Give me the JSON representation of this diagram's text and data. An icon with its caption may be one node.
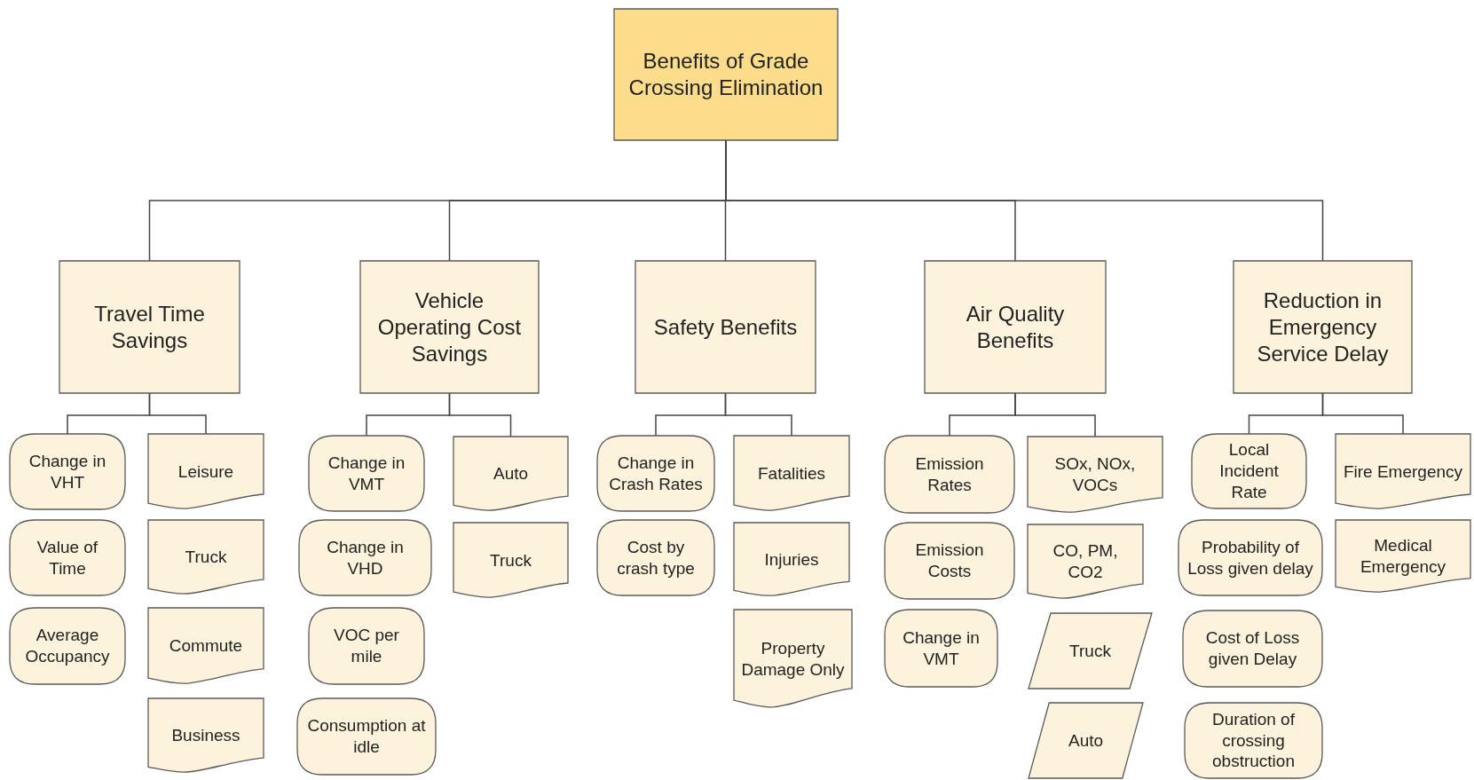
{
  "diagram": {
    "nodes": [
      {
        "text": [
          "Benefits of Grade Crossing Elimination"
        ]
      },
      {
        "text": [
          "Travel Time Savings"
        ]
      },
      {
        "text": [
          "Vehicle Operating Cost Savings"
        ]
      },
      {
        "text": [
          "Safety Benefits"
        ]
      },
      {
        "text": [
          "Air Quality Benefits"
        ]
      },
      {
        "text": [
          "Reduction in Emergency Service Delay"
        ]
      },
      {
        "text": [
          "Change in VHT"
        ]
      },
      {
        "text": [
          "Value of Time"
        ]
      },
      {
        "text": [
          "Average Occupancy"
        ]
      },
      {
        "text": [
          "Leisure"
        ]
      },
      {
        "text": [
          "Truck"
        ]
      },
      {
        "text": [
          "Commute"
        ]
      },
      {
        "text": [
          "Business"
        ]
      },
      {
        "text": [
          "Change in VMT"
        ]
      },
      {
        "text": [
          "Change in VHD"
        ]
      },
      {
        "text": [
          "VOC per mile"
        ]
      },
      {
        "text": [
          "Consumption at idle"
        ]
      },
      {
        "text": [
          "Auto"
        ]
      },
      {
        "text": [
          "Truck"
        ]
      },
      {
        "text": [
          "Change in Crash Rates"
        ]
      },
      {
        "text": [
          "Cost by crash type"
        ]
      },
      {
        "text": [
          "Fatalities"
        ]
      },
      {
        "text": [
          "Injuries"
        ]
      },
      {
        "text": [
          "Property Damage Only"
        ]
      },
      {
        "text": [
          "Emission Rates"
        ]
      },
      {
        "text": [
          "Emission Costs"
        ]
      },
      {
        "text": [
          "Change in VMT"
        ]
      },
      {
        "text": [
          "SOx, NOx, VOCs"
        ]
      },
      {
        "text": [
          "CO, PM, CO2"
        ]
      },
      {
        "text": [
          "Truck"
        ]
      },
      {
        "text": [
          "Auto"
        ]
      },
      {
        "text": [
          "Local Incident Rate"
        ]
      },
      {
        "text": [
          "Probability of Loss given delay"
        ]
      },
      {
        "text": [
          "Cost of Loss given Delay"
        ]
      },
      {
        "text": [
          "Duration of crossing obstruction"
        ]
      },
      {
        "text": [
          "Fire Emergency"
        ]
      },
      {
        "text": [
          "Medical Emergency"
        ]
      }
    ],
    "edges": [
      {
        "from": 0,
        "to": 1,
        "arrow": "none"
      },
      {
        "from": 0,
        "to": 2,
        "arrow": "none"
      },
      {
        "from": 0,
        "to": 3,
        "arrow": "none"
      },
      {
        "from": 0,
        "to": 4,
        "arrow": "none"
      },
      {
        "from": 0,
        "to": 5,
        "arrow": "none"
      },
      {
        "from": 1,
        "to": 6,
        "arrow": "none"
      },
      {
        "from": 1,
        "to": 9,
        "arrow": "none"
      },
      {
        "from": 2,
        "to": 13,
        "arrow": "none"
      },
      {
        "from": 2,
        "to": 17,
        "arrow": "none"
      },
      {
        "from": 3,
        "to": 19,
        "arrow": "none"
      },
      {
        "from": 3,
        "to": 21,
        "arrow": "none"
      },
      {
        "from": 4,
        "to": 24,
        "arrow": "none"
      },
      {
        "from": 4,
        "to": 27,
        "arrow": "none"
      },
      {
        "from": 5,
        "to": 31,
        "arrow": "none"
      },
      {
        "from": 5,
        "to": 35,
        "arrow": "none"
      }
    ]
  }
}
